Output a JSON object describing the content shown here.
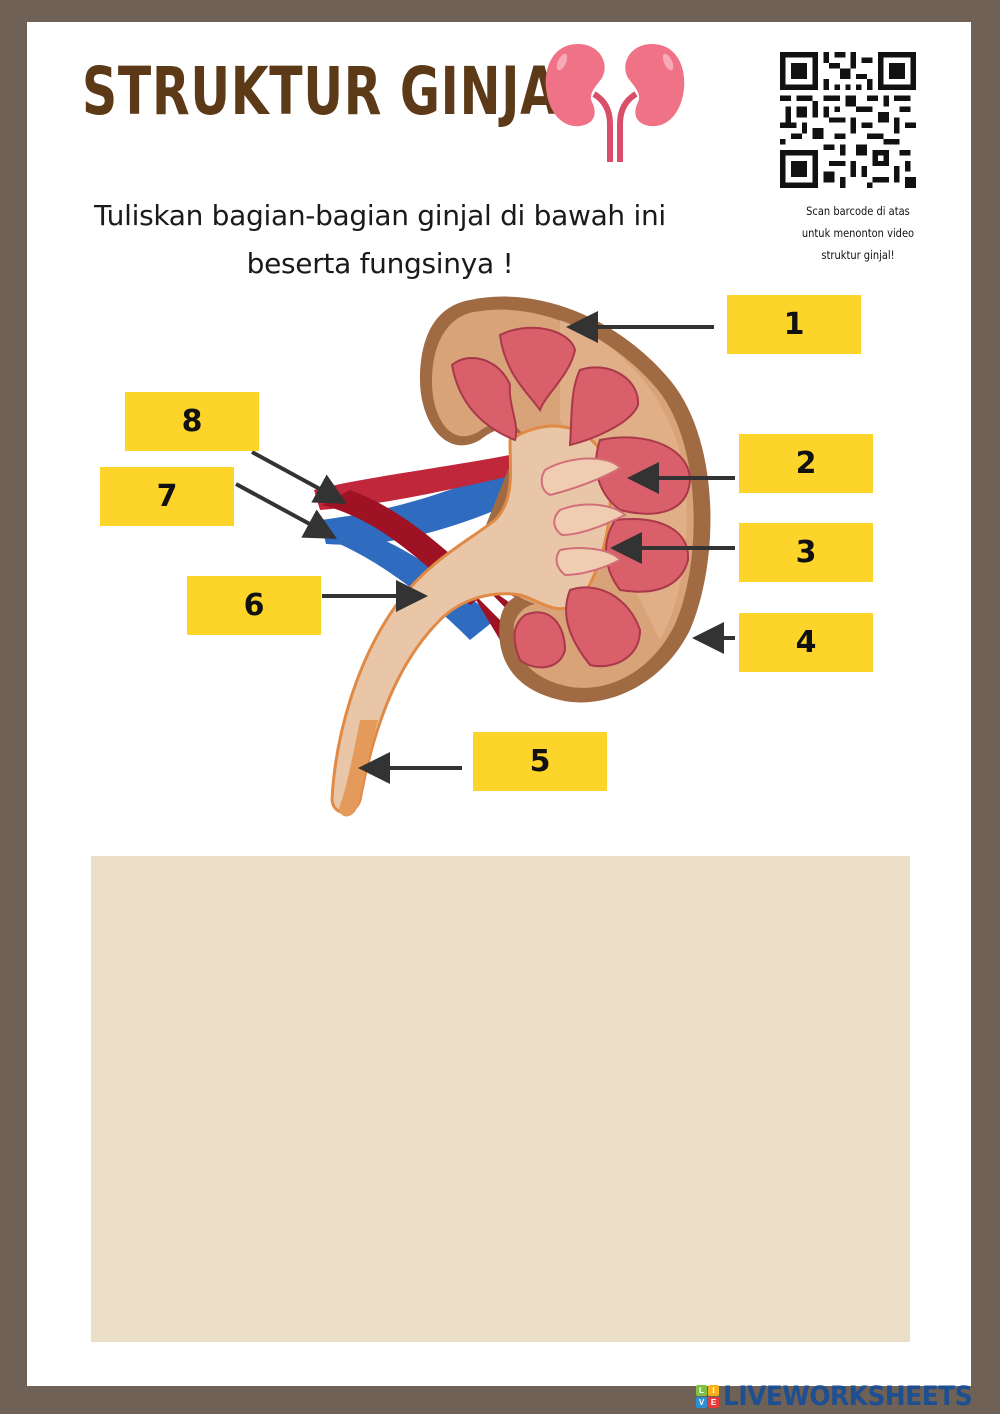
{
  "worksheet": {
    "title": "STRUKTUR GINJAL",
    "title_icon": "kidneys-icon",
    "instruction_line1": "Tuliskan bagian-bagian ginjal di bawah ini",
    "instruction_line2": "beserta fungsinya !",
    "qr": {
      "icon": "qr-code-icon",
      "caption_line1": "Scan barcode di atas",
      "caption_line2": "untuk menonton video",
      "caption_line3": "struktur ginjal!"
    }
  },
  "diagram": {
    "icon": "kidney-cross-section-diagram",
    "labels": [
      {
        "number": "1",
        "answer": ""
      },
      {
        "number": "2",
        "answer": ""
      },
      {
        "number": "3",
        "answer": ""
      },
      {
        "number": "4",
        "answer": ""
      },
      {
        "number": "5",
        "answer": ""
      },
      {
        "number": "6",
        "answer": ""
      },
      {
        "number": "7",
        "answer": ""
      },
      {
        "number": "8",
        "answer": ""
      }
    ]
  },
  "answer_area": {
    "value": ""
  },
  "colors": {
    "frame": "#6f6156",
    "title": "#5c3a17",
    "label_box": "#fdd52a",
    "answer_area": "#ebdfc7"
  },
  "footer": {
    "logo_letters": [
      "L",
      "I",
      "V",
      "E"
    ],
    "brand": "LIVEWORKSHEETS"
  }
}
